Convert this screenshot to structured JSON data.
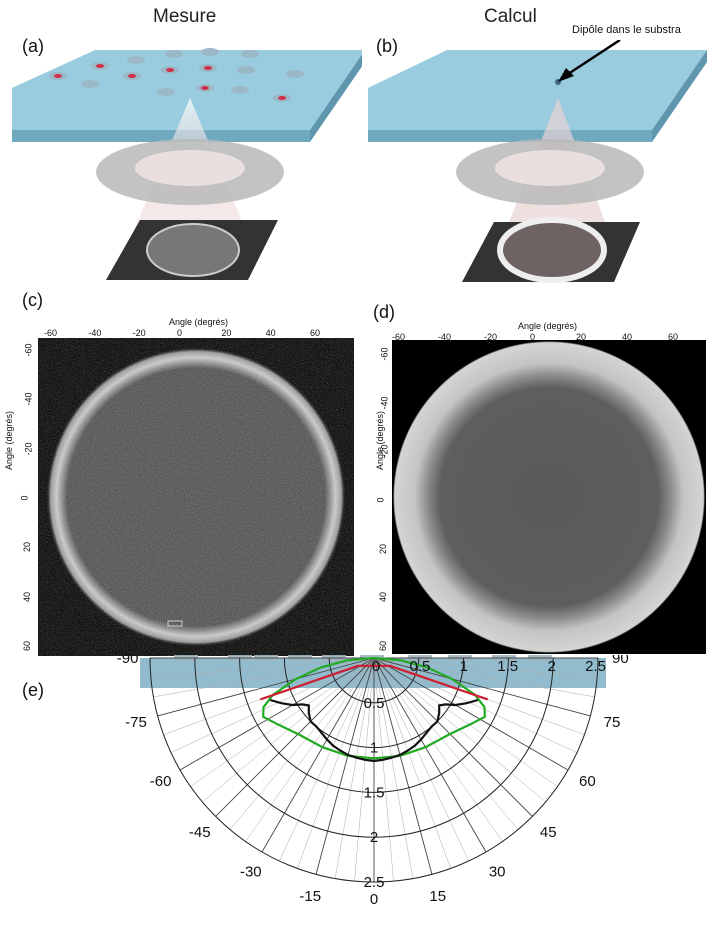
{
  "titles": {
    "left": "Mesure",
    "right": "Calcul"
  },
  "panel_labels": {
    "a": "(a)",
    "b": "(b)",
    "c": "(c)",
    "d": "(d)",
    "e": "(e)"
  },
  "annotation": "Dipôle dans le substra",
  "colors": {
    "substrate": "#8ec6dc",
    "lens": "#b9b9b9",
    "dipole": "#d0304a",
    "fit_green": "#22aa22",
    "fit_red": "#cc2233",
    "data_black": "#111111"
  },
  "image_axes": {
    "x_label": "Angle (degrés)",
    "y_label": "Angle (degrés)",
    "x_ticks": [
      "-60",
      "-40",
      "-20",
      "0",
      "20",
      "40",
      "60"
    ],
    "y_ticks": [
      "-60",
      "-40",
      "-20",
      "0",
      "20",
      "40",
      "60"
    ]
  },
  "polar": {
    "radial_ticks_top": [
      "0",
      "0.5",
      "1",
      "1.5",
      "2",
      "2.5"
    ],
    "radial_ticks_center": [
      "0.5",
      "1",
      "1.5",
      "2",
      "2.5"
    ],
    "angle_labels_left": [
      "-90",
      "-75",
      "-60",
      "-45",
      "-30",
      "-15"
    ],
    "angle_labels_right": [
      "90",
      "75",
      "60",
      "45",
      "30",
      "15"
    ],
    "angle_label_bottom": "0"
  },
  "chart_data": {
    "type": "polar",
    "theta_range_deg": [
      -90,
      90
    ],
    "r_range": [
      0,
      2.5
    ],
    "series": [
      {
        "color": "green",
        "points": [
          [
            -90,
            0
          ],
          [
            -85,
            0.3
          ],
          [
            -80,
            0.6
          ],
          [
            -75,
            0.9
          ],
          [
            -70,
            1.2
          ],
          [
            -66,
            1.35
          ],
          [
            -62,
            1.4
          ],
          [
            -55,
            1.3
          ],
          [
            -45,
            1.2
          ],
          [
            -30,
            1.15
          ],
          [
            -15,
            1.13
          ],
          [
            0,
            1.12
          ],
          [
            15,
            1.13
          ],
          [
            30,
            1.15
          ],
          [
            45,
            1.2
          ],
          [
            55,
            1.3
          ],
          [
            62,
            1.4
          ],
          [
            66,
            1.35
          ],
          [
            70,
            1.2
          ],
          [
            75,
            0.9
          ],
          [
            80,
            0.6
          ],
          [
            85,
            0.3
          ],
          [
            90,
            0
          ]
        ]
      },
      {
        "color": "red",
        "points": [
          [
            -70,
            1.35
          ],
          [
            -64,
            0.2
          ],
          [
            64,
            0.2
          ],
          [
            70,
            1.35
          ]
        ]
      },
      {
        "color": "black",
        "points": [
          [
            -68,
            1.25
          ],
          [
            -64,
            1.15
          ],
          [
            -60,
            1.05
          ],
          [
            -57,
            0.95
          ],
          [
            -54,
            0.9
          ],
          [
            -50,
            0.95
          ],
          [
            -45,
            1.0
          ],
          [
            -40,
            1.0
          ],
          [
            -35,
            1.02
          ],
          [
            -30,
            1.05
          ],
          [
            -25,
            1.08
          ],
          [
            -20,
            1.1
          ],
          [
            -15,
            1.12
          ],
          [
            -10,
            1.13
          ],
          [
            -5,
            1.14
          ],
          [
            0,
            1.15
          ],
          [
            5,
            1.14
          ],
          [
            10,
            1.13
          ],
          [
            15,
            1.12
          ],
          [
            20,
            1.1
          ],
          [
            25,
            1.08
          ],
          [
            30,
            1.05
          ],
          [
            35,
            1.02
          ],
          [
            40,
            1.0
          ],
          [
            45,
            1.0
          ],
          [
            50,
            0.95
          ],
          [
            54,
            0.9
          ],
          [
            57,
            0.95
          ],
          [
            60,
            1.05
          ],
          [
            64,
            1.15
          ],
          [
            68,
            1.25
          ]
        ]
      }
    ]
  }
}
